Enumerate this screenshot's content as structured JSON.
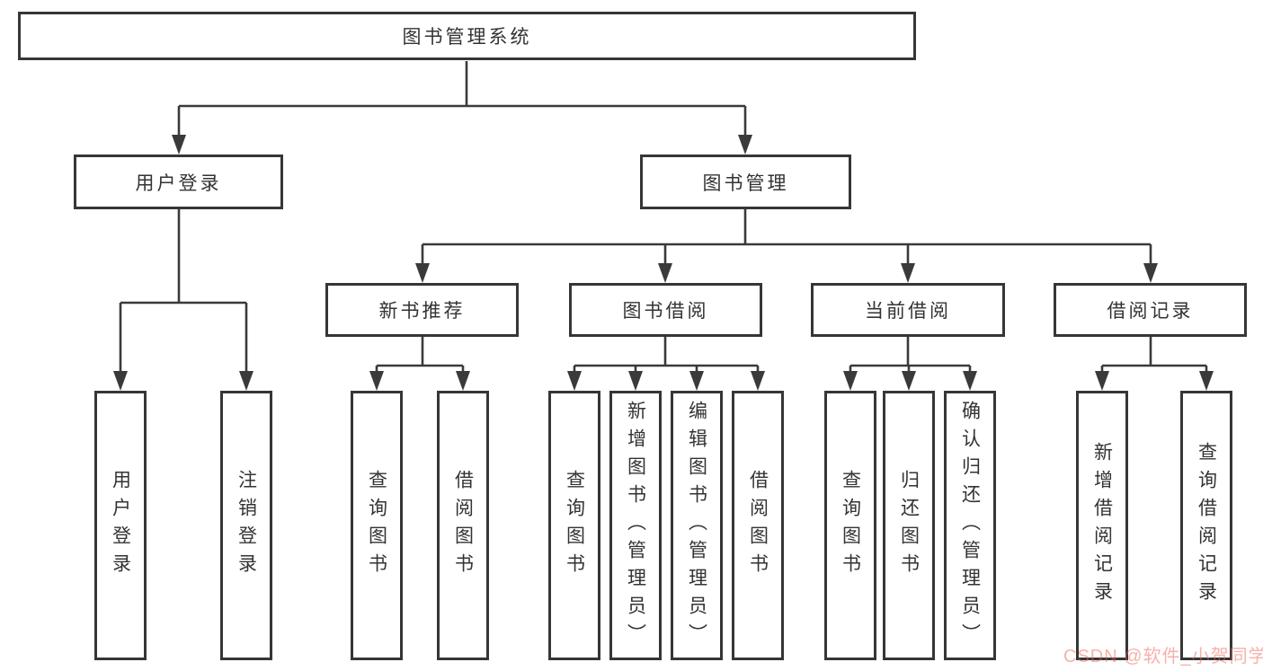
{
  "page": {
    "background": "#ffffff",
    "line_color": "#3a3a3a",
    "box_border_color": "#363636",
    "text_color": "#333333",
    "watermark_color": "#ee6458",
    "watermark": "CSDN @软件_小贺同学"
  },
  "tree": {
    "label": "图书管理系统",
    "children": [
      {
        "label": "用户登录",
        "children": [
          {
            "label": "用户登录"
          },
          {
            "label": "注销登录"
          }
        ]
      },
      {
        "label": "图书管理",
        "children": [
          {
            "label": "新书推荐",
            "children": [
              {
                "label": "查询图书"
              },
              {
                "label": "借阅图书"
              }
            ]
          },
          {
            "label": "图书借阅",
            "children": [
              {
                "label": "查询图书"
              },
              {
                "label": "新增图书（管理员）"
              },
              {
                "label": "编辑图书（管理员）"
              },
              {
                "label": "借阅图书"
              }
            ]
          },
          {
            "label": "当前借阅",
            "children": [
              {
                "label": "查询图书"
              },
              {
                "label": "归还图书"
              },
              {
                "label": "确认归还（管理员）"
              }
            ]
          },
          {
            "label": "借阅记录",
            "children": [
              {
                "label": "新增借阅记录"
              },
              {
                "label": "查询借阅记录"
              }
            ]
          }
        ]
      }
    ]
  }
}
